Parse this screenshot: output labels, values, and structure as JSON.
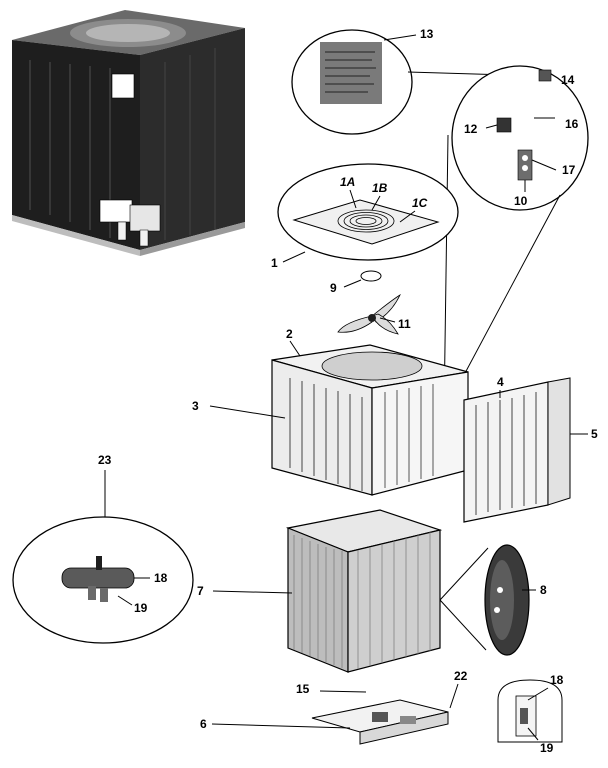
{
  "callouts": {
    "c1": "1",
    "c1A": "1A",
    "c1B": "1B",
    "c1C": "1C",
    "c2": "2",
    "c3": "3",
    "c4": "4",
    "c5": "5",
    "c6": "6",
    "c7": "7",
    "c8": "8",
    "c9": "9",
    "c10": "10",
    "c11": "11",
    "c12": "12",
    "c13": "13",
    "c14": "14",
    "c15": "15",
    "c16": "16",
    "c17": "17",
    "c18a": "18",
    "c18b": "18",
    "c19a": "19",
    "c19b": "19",
    "c22": "22",
    "c23": "23"
  },
  "icons": {
    "assembled_unit": "assembled-condenser-unit-illustration",
    "label_detail": "wiring-label-detail",
    "electrical_detail": "electrical-components-detail",
    "fan_guard_detail": "fan-guard-detail",
    "fan_blade": "fan-blade",
    "top_panel": "top-cabinet-panel",
    "side_panel": "side-louvered-panel",
    "coil": "condenser-coil",
    "compressor_detail": "compressor-detail",
    "base_pan": "base-pan",
    "valve_detail": "service-valve-detail"
  }
}
